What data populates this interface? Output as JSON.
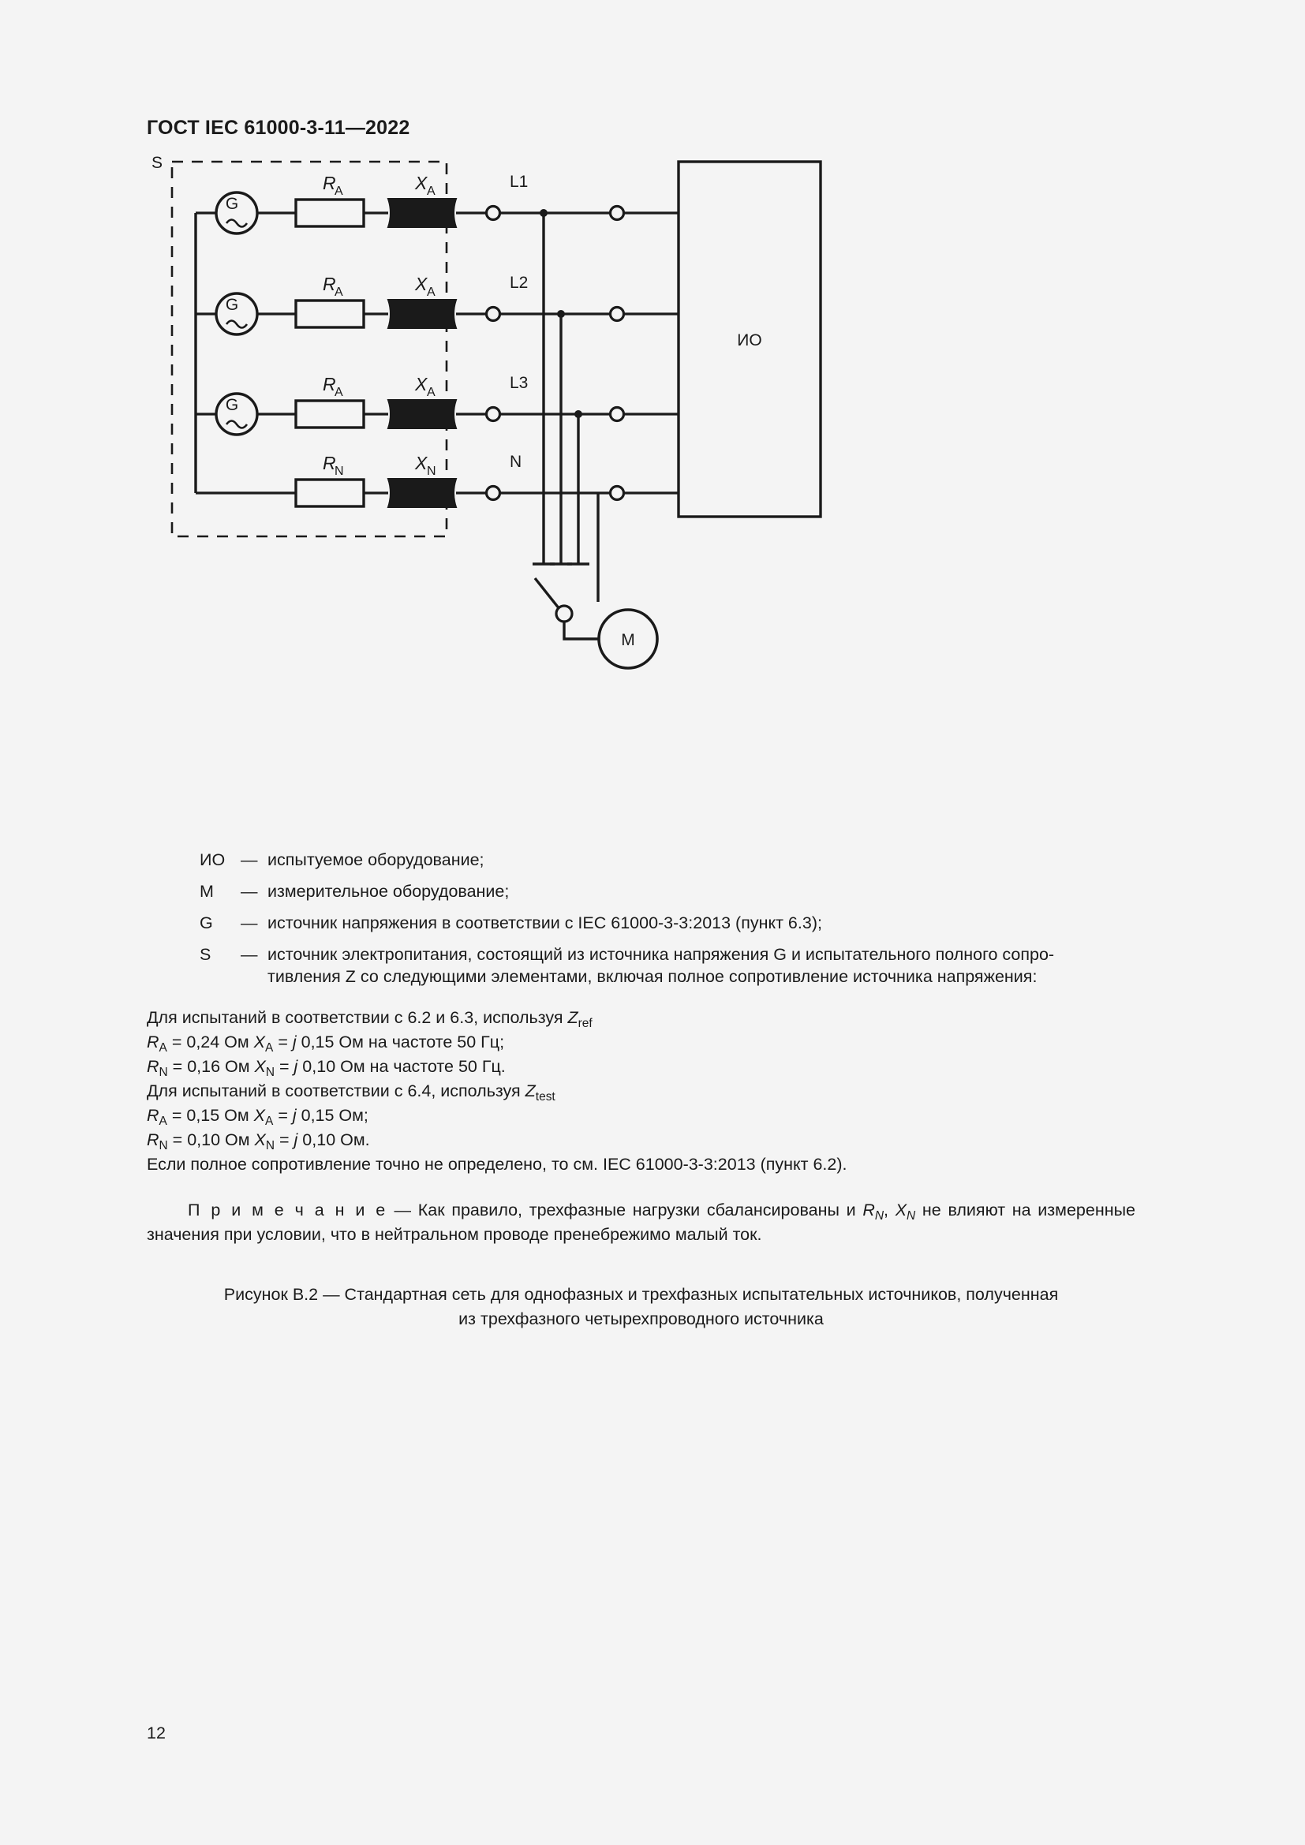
{
  "header": {
    "standard": "ГОСТ IEC 61000-3-11—2022"
  },
  "figure": {
    "source_label": "S",
    "eut_label": "ИО",
    "meter_label": "M",
    "generator_label": "G",
    "lines": [
      {
        "line_label": "L1",
        "r_label": "R",
        "r_sub": "A",
        "x_label": "X",
        "x_sub": "A"
      },
      {
        "line_label": "L2",
        "r_label": "R",
        "r_sub": "A",
        "x_label": "X",
        "x_sub": "A"
      },
      {
        "line_label": "L3",
        "r_label": "R",
        "r_sub": "A",
        "x_label": "X",
        "x_sub": "A"
      },
      {
        "line_label": "N",
        "r_label": "R",
        "r_sub": "N",
        "x_label": "X",
        "x_sub": "N"
      }
    ]
  },
  "legend": {
    "items": [
      {
        "key": "ИО",
        "dash": "—",
        "text": "испытуемое оборудование;"
      },
      {
        "key": "M",
        "dash": "—",
        "text": "измерительное оборудование;"
      },
      {
        "key": "G",
        "dash": "—",
        "text": "источник напряжения в соответствии с IEC 61000-3-3:2013 (пункт 6.3);"
      },
      {
        "key": "S",
        "dash": "—",
        "text": "источник электропитания, состоящий из источника напряжения G и испытательного полного сопро-",
        "cont": "тивления Z со следующими элементами, включая полное сопротивление источника напряжения:"
      }
    ]
  },
  "params": {
    "line1_pre": "Для испытаний в соответствии с 6.2 и 6.3, используя ",
    "line1_sym": "Z",
    "line1_sub": "ref",
    "line2": {
      "r": "R",
      "r_sub": "A",
      "r_val": " = 0,24 Ом ",
      "x": "X",
      "x_sub": "A",
      "x_val": " = ",
      "j": "j",
      "x_num": " 0,15 Ом на частоте 50 Гц;"
    },
    "line3": {
      "r": "R",
      "r_sub": "N",
      "r_val": " = 0,16 Ом ",
      "x": "X",
      "x_sub": "N",
      "x_val": " = ",
      "j": "j",
      "x_num": " 0,10 Ом на частоте 50 Гц."
    },
    "line4_pre": "Для испытаний в соответствии с 6.4, используя ",
    "line4_sym": "Z",
    "line4_sub": "test",
    "line5": {
      "r": "R",
      "r_sub": "A",
      "r_val": " = 0,15 Ом ",
      "x": "X",
      "x_sub": "A",
      "x_val": " = ",
      "j": "j",
      "x_num": " 0,15 Ом;"
    },
    "line6": {
      "r": "R",
      "r_sub": "N",
      "r_val": " = 0,10 Ом ",
      "x": "X",
      "x_sub": "N",
      "x_val": " = ",
      "j": "j",
      "x_num": " 0,10 Ом."
    },
    "line7": "Если полное сопротивление точно не определено, то см. IEC 61000-3-3:2013 (пункт 6.2)."
  },
  "note": {
    "label": "П р и м е ч а н и е",
    "body_1": "  — Как правило, трехфазные нагрузки сбалансированы и ",
    "sym_r": "R",
    "sym_r_sub": "N",
    "comma": ", ",
    "sym_x": "X",
    "sym_x_sub": "N",
    "body_2": " не влияют на измеренные значения при условии, что в нейтральном проводе пренебрежимо малый ток."
  },
  "caption": {
    "line1": "Рисунок В.2 — Стандартная сеть для однофазных и трехфазных испытательных источников, полученная",
    "line2": "из трехфазного четырехпроводного источника"
  },
  "footer": {
    "page_number": "12"
  }
}
